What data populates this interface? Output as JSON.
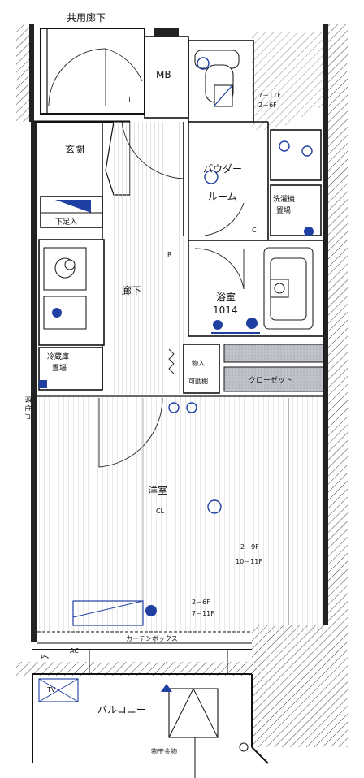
{
  "plan": {
    "rooms": {
      "common_corridor": "共用廊下",
      "entrance": "玄関",
      "shoe_box": "下足入",
      "hallway": "廊下",
      "mb": "MB",
      "powder_room_line1": "パウダー",
      "powder_room_line2": "ルーム",
      "laundry_line1": "洗濯機",
      "laundry_line2": "置場",
      "bathroom": "浴室",
      "bath_size": "1014",
      "fridge_line1": "冷蔵庫",
      "fridge_line2": "置場",
      "storage_line1": "物入",
      "storage_line2": "可動棚",
      "closet": "クローゼット",
      "western_room": "洋室",
      "curtain_box": "カーテンボックス",
      "balcony": "バルコニー",
      "drying_hardware": "物干金物",
      "ps": "PS"
    },
    "annotations": {
      "toilet_ceiling_1": "7－11F",
      "toilet_ceiling_2": "2－6F",
      "room_floors_1": "2－9F",
      "room_floors_2": "10－11F",
      "window_floors_1": "2－6F",
      "window_floors_2": "7－11F",
      "side_text": "隣 住 戸",
      "r_mark": "R",
      "c_mark": "C",
      "ac_mark": "AC",
      "cl_mark": "CL",
      "tv_mark": "TV",
      "t_mark": "T"
    },
    "colors": {
      "wall": "#111111",
      "fixture": "#1f3fa3",
      "line": "#222222"
    }
  }
}
